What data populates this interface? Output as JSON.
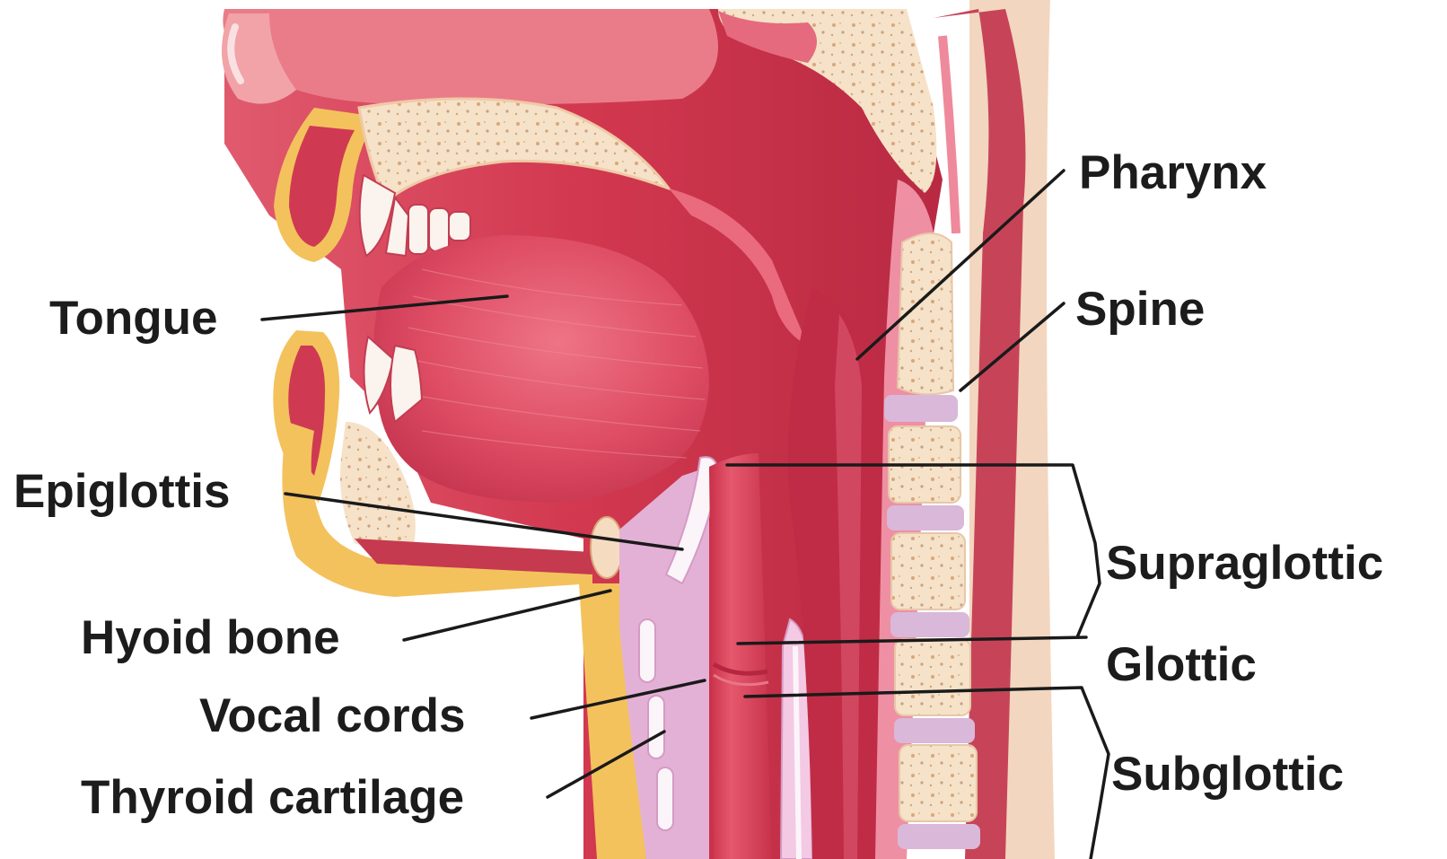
{
  "labels": {
    "pharynx": "Pharynx",
    "spine": "Spine",
    "tongue": "Tongue",
    "epiglottis": "Epiglottis",
    "supraglottic": "Supraglottic",
    "hyoid_bone": "Hyoid bone",
    "glottic": "Glottic",
    "vocal_cords": "Vocal cords",
    "subglottic": "Subglottic",
    "thyroid_cartilage": "Thyroid cartilage"
  },
  "colors": {
    "background": "#ffffff",
    "soft_tissue": "#d9435a",
    "deep_tissue": "#b8283f",
    "tongue": "#e0556b",
    "lip_pink": "#ef8f97",
    "bone": "#f4dfc4",
    "disc": "#d9b8d9",
    "cartilage": "#f3c25d",
    "skin": "#f3d6bf",
    "label_text": "#1c1c1c",
    "leader_line": "#1a1a1a"
  }
}
